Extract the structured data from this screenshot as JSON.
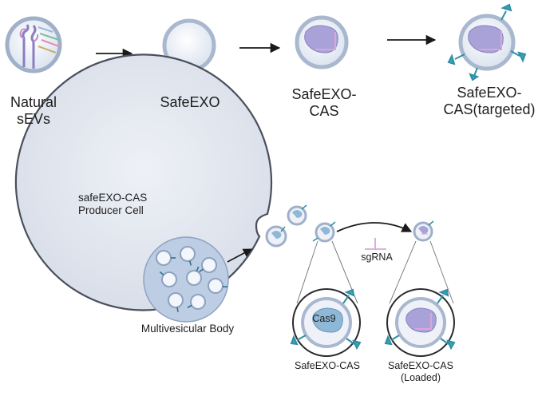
{
  "top_row": {
    "natural_label_line1": "Natural",
    "natural_label_line2": "sEVs",
    "safeexo_label": "SafeEXO",
    "safeexo_cas_line1": "SafeEXO-",
    "safeexo_cas_line2": "CAS",
    "targeted_line1": "SafeEXO-",
    "targeted_line2": "CAS(targeted)"
  },
  "bottom": {
    "producer_cell_line1": "safeEXO-CAS",
    "producer_cell_line2": "Producer Cell",
    "mvb_label": "Multivesicular Body",
    "sgrna_label": "sgRNA",
    "cas9_label": "Cas9",
    "zoom_left_line1": "SafeEXO-CAS",
    "zoom_right_line1": "SafeEXO-CAS",
    "zoom_right_line2": "(Loaded)"
  },
  "colors": {
    "membrane": "#b8c6dc",
    "membrane_edge": "#7f8fa8",
    "vesicle_fill": "#e9eef6",
    "cell_fill": "#dfe5ee",
    "cell_edge": "#4a4f5a",
    "mvb_fill": "#b7c9e2",
    "cas_protein": "#a8a2d8",
    "sgrna": "#d9a6d9",
    "targeting": "#3aa6b9",
    "arrow": "#1a1a1a"
  }
}
